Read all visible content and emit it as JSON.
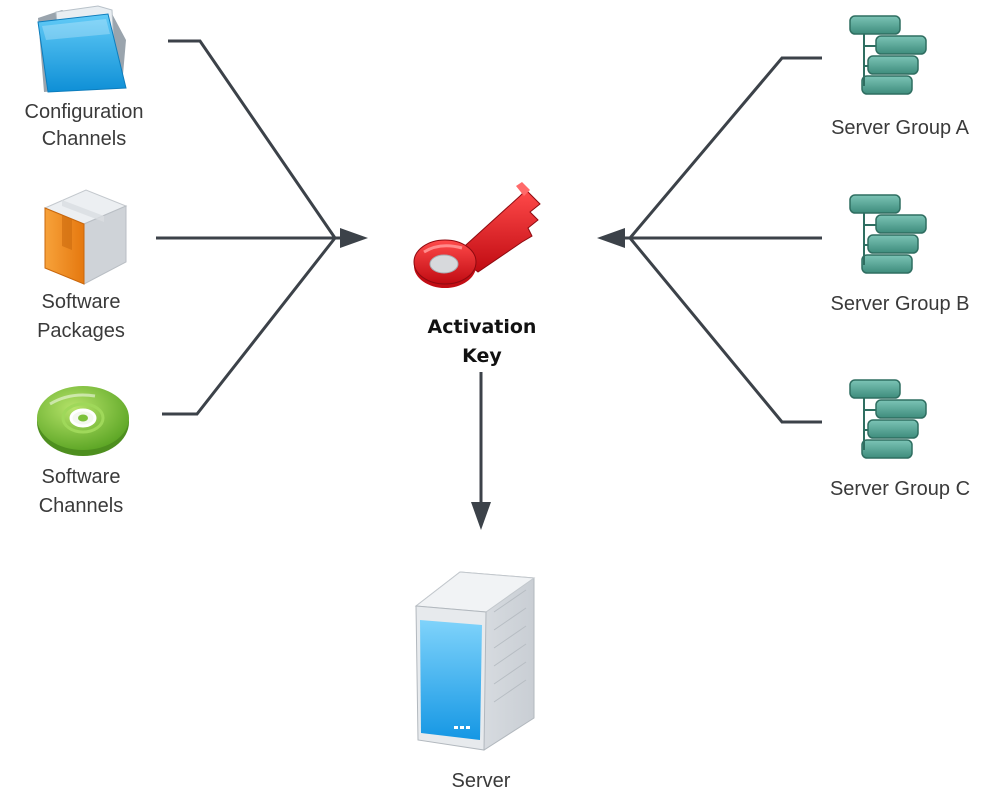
{
  "sources": [
    {
      "id": "config",
      "line1": "Configuration",
      "line2": "Channels",
      "icon": "folder-icon"
    },
    {
      "id": "packages",
      "line1": "Software",
      "line2": "Packages",
      "icon": "package-box-icon"
    },
    {
      "id": "channels",
      "line1": "Software",
      "line2": "Channels",
      "icon": "disc-icon"
    }
  ],
  "groups": [
    {
      "id": "a",
      "label": "Server Group A",
      "icon": "server-group-icon"
    },
    {
      "id": "b",
      "label": "Server Group B",
      "icon": "server-group-icon"
    },
    {
      "id": "c",
      "label": "Server Group C",
      "icon": "server-group-icon"
    }
  ],
  "center": {
    "line1": "Activation",
    "line2": "Key",
    "icon": "key-icon"
  },
  "target": {
    "label": "Server",
    "icon": "server-icon"
  },
  "colors": {
    "connector": "#3c4249",
    "key": "#d6121a",
    "folder": "#1aa3e8",
    "box": "#f08a1c",
    "disc": "#7cc13a",
    "group": "#4f9e8f",
    "server": "#28aef0"
  }
}
